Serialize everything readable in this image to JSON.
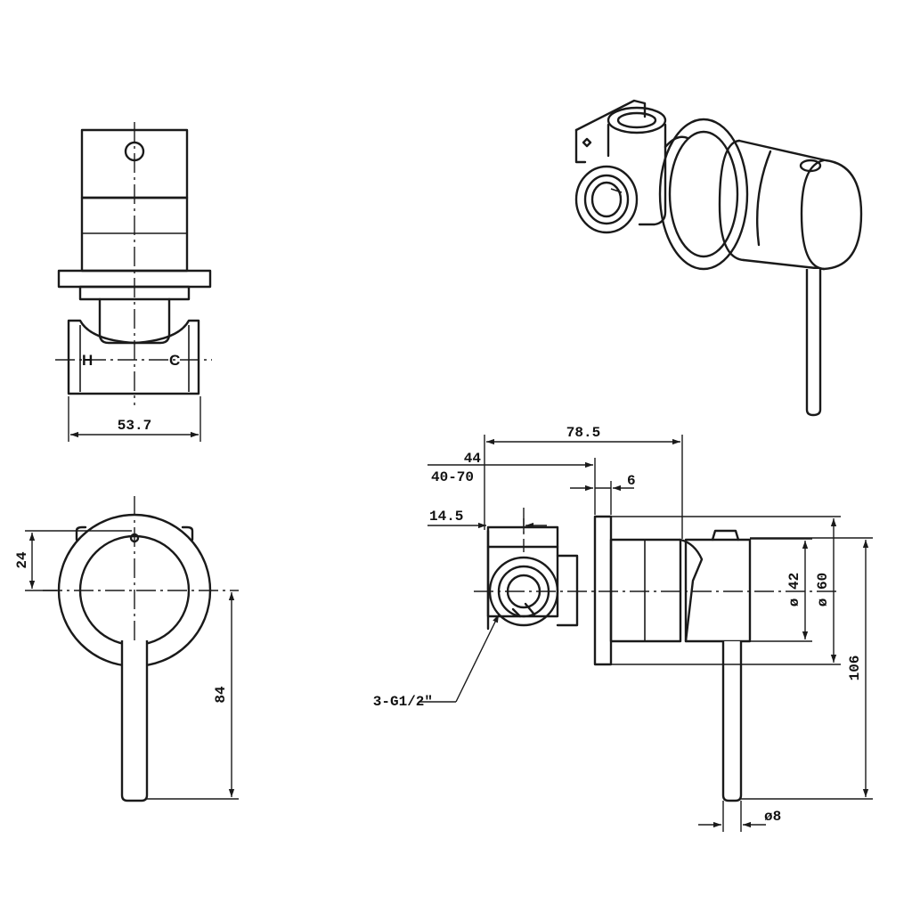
{
  "dimensions": {
    "body_width": "53.7",
    "height_24": "24",
    "lever_84": "84",
    "depth_78_5": "78.5",
    "depth_44": "44",
    "range_40_70": "40-70",
    "gap_6": "6",
    "offset_14_5": "14.5",
    "dia_42": "ø 42",
    "dia_60": "ø 60",
    "total_106": "106",
    "lever_dia_8": "ø8",
    "thread_spec": "3-G1/2\""
  },
  "port_labels": {
    "hot": "H",
    "cold": "C"
  },
  "colors": {
    "line": "#1a1a1a",
    "background": "#ffffff"
  }
}
